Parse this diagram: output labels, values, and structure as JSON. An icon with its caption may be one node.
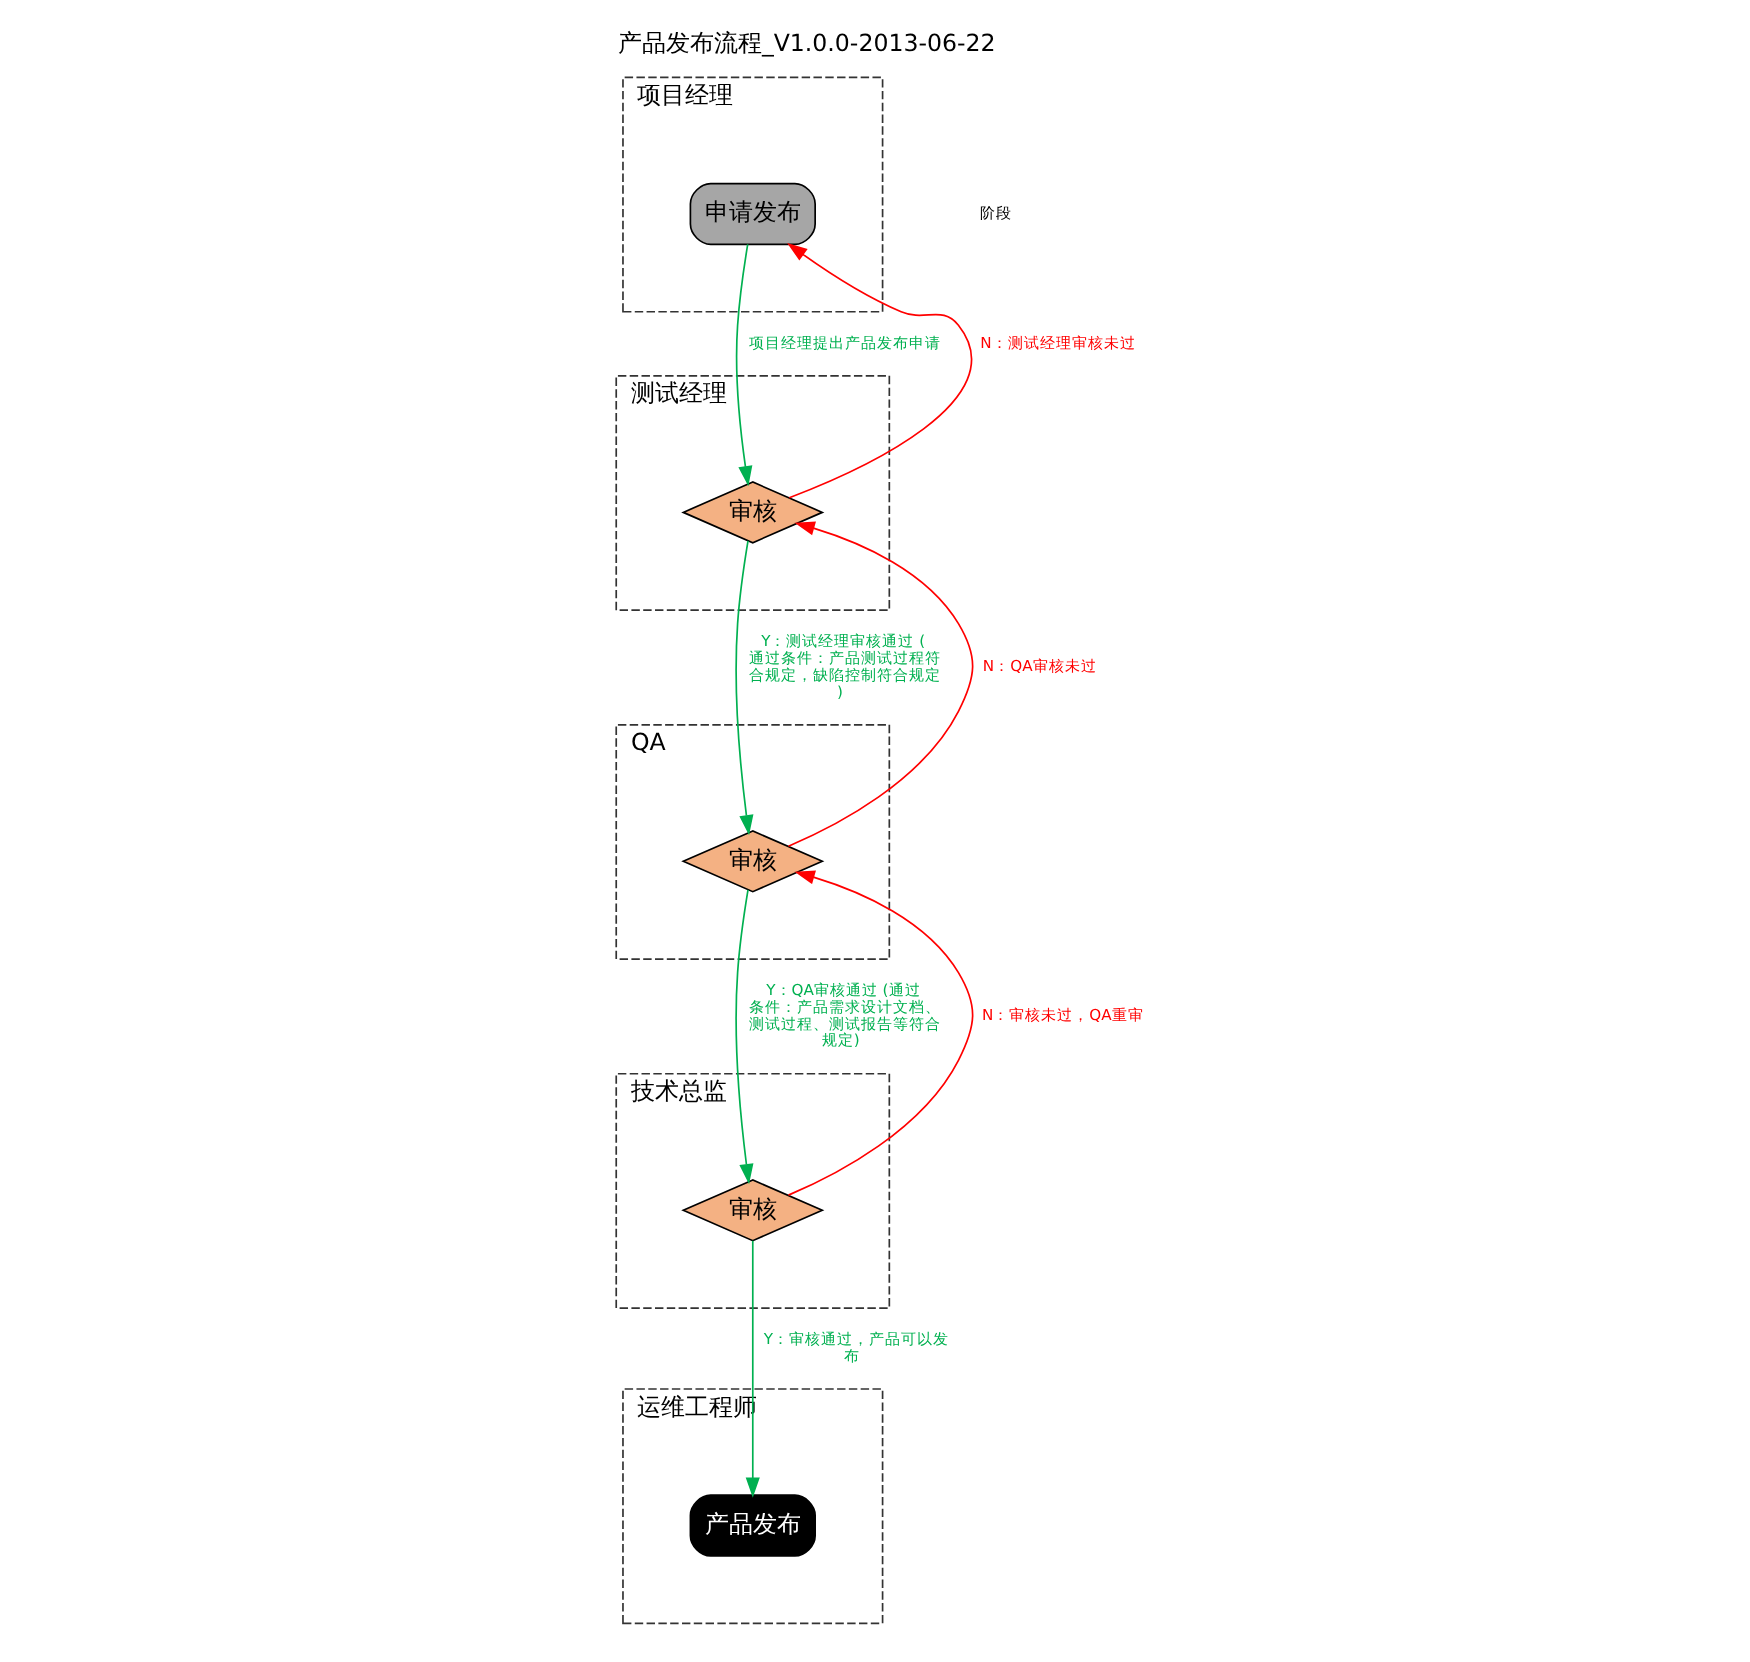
{
  "diagram": {
    "title": "产品发布流程_V1.0.0-2013-06-22",
    "nodes": [
      {
        "text": [
          "技术总监"
        ]
      },
      {
        "text": [
          "QA"
        ]
      },
      {
        "text": [
          "测试经理"
        ]
      },
      {
        "text": [
          "项目经理"
        ]
      },
      {
        "text": [
          "运维工程师"
        ]
      },
      {
        "text": [
          "申请发布"
        ],
        "in": 3
      },
      {
        "text": [
          "审核"
        ],
        "in": 2
      },
      {
        "text": [
          "审核"
        ],
        "in": 1
      },
      {
        "text": [
          "审核"
        ],
        "in": 0
      },
      {
        "text": [
          "产品发布"
        ],
        "in": 4
      }
    ],
    "edges": [
      {
        "from": 5,
        "to": 6,
        "arrow": "to",
        "label": "项目经理提出产品发布申请"
      },
      {
        "from": 6,
        "to": 5,
        "arrow": "to",
        "label": "N：测试经理审核未过",
        "color": "#ff0000"
      },
      {
        "from": 6,
        "to": 7,
        "arrow": "to",
        "label": "Y：测试经理审核通过 (通过条件：产品测试过程符合规定，缺陷控制符合规定)"
      },
      {
        "from": 7,
        "to": 6,
        "arrow": "to",
        "label": "N：QA审核未过",
        "color": "#ff0000"
      },
      {
        "from": 7,
        "to": 8,
        "arrow": "to",
        "label": "Y：QA审核通过 (通过条件：产品需求设计文档、测试过程、测试报告等符合规定)"
      },
      {
        "from": 8,
        "to": 7,
        "arrow": "to",
        "label": "N：审核未过，QA重审",
        "color": "#ff0000"
      },
      {
        "from": 8,
        "to": 9,
        "arrow": "to",
        "label": "Y：审核通过，产品可以发布"
      }
    ],
    "labels": [
      "阶段"
    ]
  }
}
